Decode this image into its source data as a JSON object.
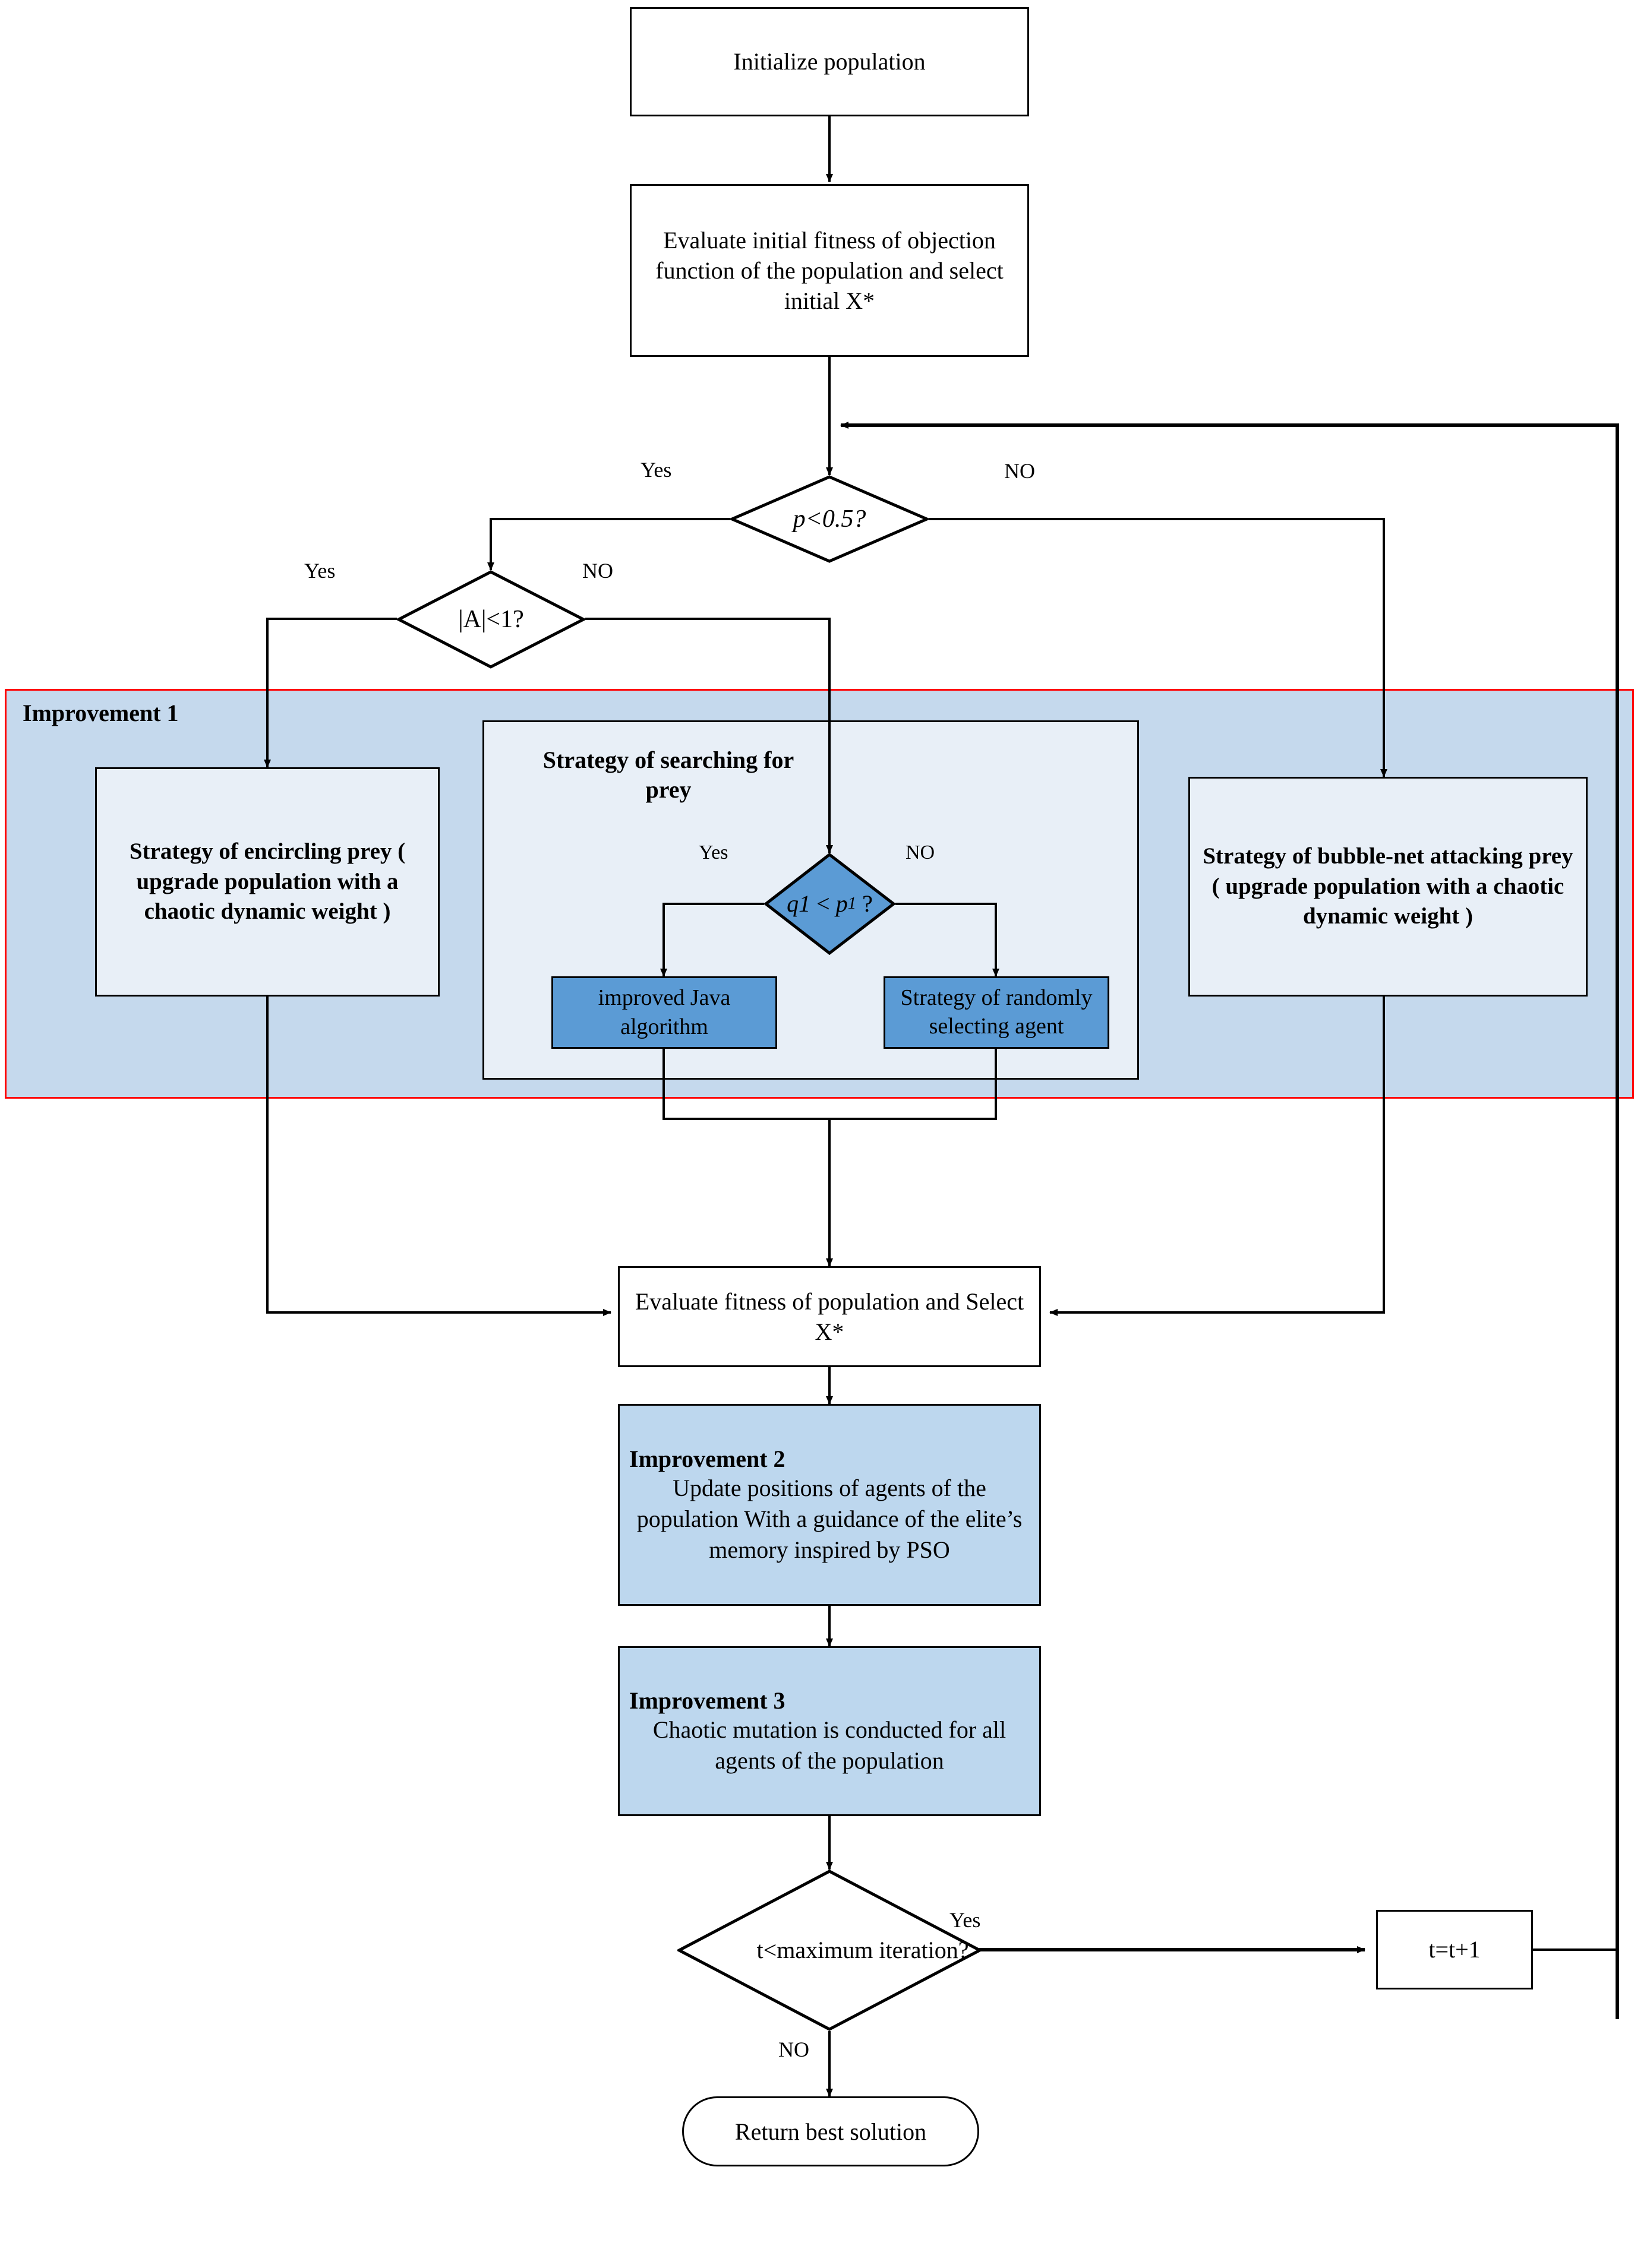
{
  "diagram": {
    "type": "flowchart",
    "title": "Improved Whale Optimization Algorithm flowchart",
    "colors": {
      "improvement_region_fill": "#c5d9ed",
      "improvement_region_border": "#ff0000",
      "sub_panel_fill": "#e8eff7",
      "strategy_box_fill": "#e8eff7",
      "decision_blue_fill": "#5b9bd5",
      "improvement_box_fill": "#bdd7ee",
      "line_color": "#000000",
      "page_background": "#ffffff"
    }
  },
  "nodes": {
    "initialize": {
      "label": "Initialize population"
    },
    "evaluate_initial": {
      "label": "Evaluate initial fitness of objection function of the population and select initial X*"
    },
    "decision_p": {
      "label": "p<0.5?",
      "yes": "Yes",
      "no": "NO"
    },
    "decision_a": {
      "label": "|A|<1?",
      "yes": "Yes",
      "no": "NO"
    },
    "improvement1": {
      "label": "Improvement 1"
    },
    "encircling": {
      "label": "Strategy of encircling prey ( upgrade population with a chaotic dynamic weight )"
    },
    "search_panel": {
      "label": "Strategy of searching for prey"
    },
    "decision_q1": {
      "label_left": "q1",
      "label_op": "<",
      "label_right": "p",
      "label_sub": "1",
      "label_q": "?",
      "yes": "Yes",
      "no": "NO"
    },
    "java_algo": {
      "label": "improved Java algorithm"
    },
    "random_agent": {
      "label": "Strategy of randomly selecting agent"
    },
    "bubble_net": {
      "label": "Strategy of bubble-net attacking prey ( upgrade population with a chaotic dynamic weight )"
    },
    "evaluate_fitness": {
      "label": "Evaluate fitness of population and Select X*"
    },
    "improvement2": {
      "head": "Improvement 2",
      "body": "Update positions of agents of the population  With a guidance of the elite’s memory inspired by PSO"
    },
    "improvement3": {
      "head": "Improvement 3",
      "body": "Chaotic mutation is conducted for all agents of the population"
    },
    "decision_t": {
      "label": "t<maximum iteration?",
      "yes": "Yes",
      "no": "NO"
    },
    "increment_t": {
      "label": "t=t+1"
    },
    "return_best": {
      "label": "Return best solution"
    }
  },
  "edge_labels": {
    "p_yes": "Yes",
    "p_no": "NO",
    "a_yes": "Yes",
    "a_no": "NO",
    "q1_yes": "Yes",
    "q1_no": "NO",
    "t_yes": "Yes",
    "t_no": "NO"
  }
}
